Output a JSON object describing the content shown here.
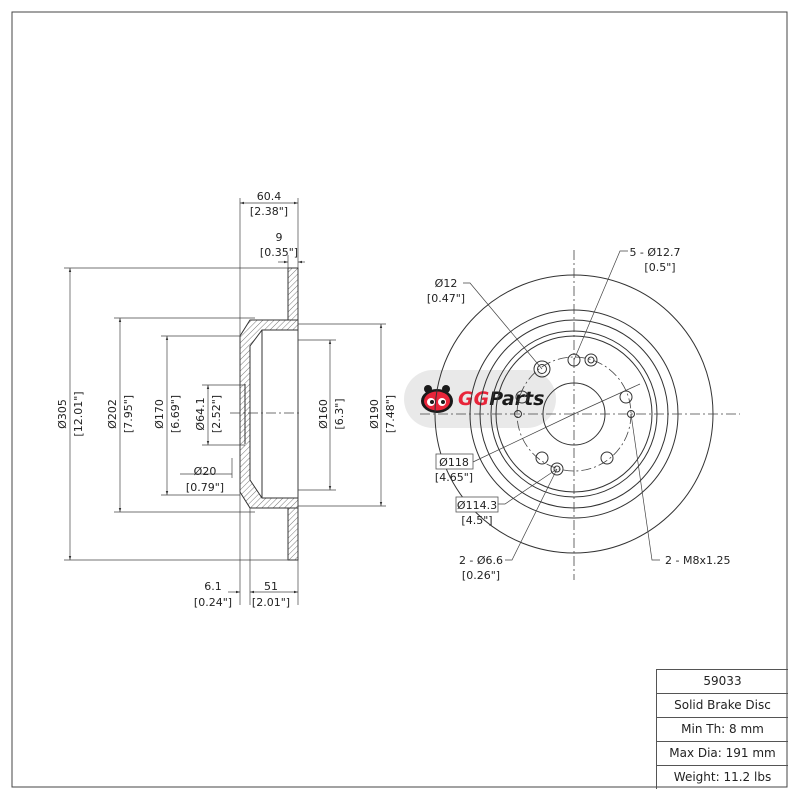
{
  "side_view": {
    "overall_width": {
      "mm": "60.4",
      "in": "[2.38\"]"
    },
    "rotor_thickness": {
      "mm": "9",
      "in": "[0.35\"]"
    },
    "outer_diameter": {
      "mm": "Ø305",
      "in": "[12.01\"]"
    },
    "hat_outer_diameter": {
      "mm": "Ø202",
      "in": "[7.95\"]"
    },
    "hat_face_diameter": {
      "mm": "Ø170",
      "in": "[6.69\"]"
    },
    "center_bore": {
      "mm": "Ø64.1",
      "in": "[2.52\"]"
    },
    "pilot_hole": {
      "mm": "Ø20",
      "in": "[0.79\"]"
    },
    "drum_inner_diameter": {
      "mm": "Ø160",
      "in": "[6.3\"]"
    },
    "drum_max_diameter": {
      "mm": "Ø190",
      "in": "[7.48\"]"
    },
    "hat_thickness": {
      "mm": "6.1",
      "in": "[0.24\"]"
    },
    "hat_depth": {
      "mm": "51",
      "in": "[2.01\"]"
    }
  },
  "front_view": {
    "stud_holes": {
      "mm": "5 - Ø12.7",
      "in": "[0.5\"]"
    },
    "hole_12": {
      "mm": "Ø12",
      "in": "[0.47\"]"
    },
    "circle_118": {
      "mm": "Ø118",
      "in": "[4.65\"]"
    },
    "bolt_circle": {
      "mm": "Ø114.3",
      "in": "[4.5\"]"
    },
    "small_holes": {
      "mm": "2 - Ø6.6",
      "in": "[0.26\"]"
    },
    "threaded_holes": "2 - M8x1.25"
  },
  "watermark": {
    "brand_a": "GG",
    "brand_b": "Parts",
    "color": "#e8253a"
  },
  "spec_table": {
    "part_number": "59033",
    "type": "Solid Brake Disc",
    "min_thickness": "Min Th: 8 mm",
    "max_diameter": "Max Dia: 191 mm",
    "weight": "Weight: 11.2 lbs"
  }
}
